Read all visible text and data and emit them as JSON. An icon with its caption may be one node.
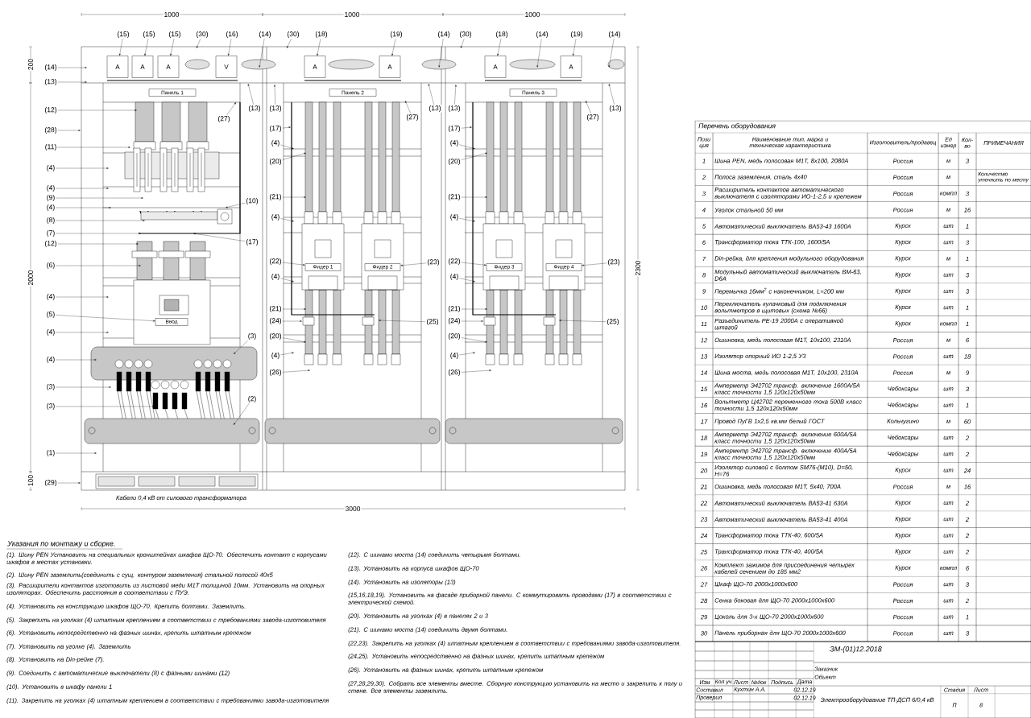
{
  "diagram": {
    "nodes": [
      {
        "text": [
          "A"
        ]
      },
      {
        "text": [
          "A"
        ]
      },
      {
        "text": [
          "A"
        ]
      },
      {
        "text": [
          "V"
        ]
      },
      {
        "text": [
          "A"
        ]
      },
      {
        "text": [
          "A"
        ]
      },
      {
        "text": [
          "A"
        ]
      },
      {
        "text": [
          "A"
        ]
      },
      {
        "text": [
          "Панель 1"
        ]
      },
      {
        "text": [
          "Панель 2"
        ]
      },
      {
        "text": [
          "Панель 3"
        ]
      },
      {
        "text": [
          "Ввод"
        ]
      },
      {
        "text": [
          "Фидер 1"
        ]
      },
      {
        "text": [
          "Фидер 2"
        ]
      },
      {
        "text": [
          "Фидер 3"
        ]
      },
      {
        "text": [
          "Фидер 4"
        ]
      },
      {
        "text": [
          "(15)"
        ]
      },
      {
        "text": [
          "(15)"
        ]
      },
      {
        "text": [
          "(15)"
        ]
      },
      {
        "text": [
          "(30)"
        ]
      },
      {
        "text": [
          "(16)"
        ]
      },
      {
        "text": [
          "(14)"
        ]
      },
      {
        "text": [
          "(30)"
        ]
      },
      {
        "text": [
          "(18)"
        ]
      },
      {
        "text": [
          "(19)"
        ]
      },
      {
        "text": [
          "(14)"
        ]
      },
      {
        "text": [
          "(30)"
        ]
      },
      {
        "text": [
          "(18)"
        ]
      },
      {
        "text": [
          "(14)"
        ]
      },
      {
        "text": [
          "(19)"
        ]
      },
      {
        "text": [
          "(14)"
        ]
      },
      {
        "text": [
          "(14)"
        ]
      },
      {
        "text": [
          "(13)"
        ]
      },
      {
        "text": [
          "(12)"
        ]
      },
      {
        "text": [
          "(28)"
        ]
      },
      {
        "text": [
          "(11)"
        ]
      },
      {
        "text": [
          "(4)"
        ]
      },
      {
        "text": [
          "(4)"
        ]
      },
      {
        "text": [
          "(9)"
        ]
      },
      {
        "text": [
          "(4)"
        ]
      },
      {
        "text": [
          "(8)"
        ]
      },
      {
        "text": [
          "(7)"
        ]
      },
      {
        "text": [
          "(12)"
        ]
      },
      {
        "text": [
          "(6)"
        ]
      },
      {
        "text": [
          "(4)"
        ]
      },
      {
        "text": [
          "(5)"
        ]
      },
      {
        "text": [
          "(4)"
        ]
      },
      {
        "text": [
          "(4)"
        ]
      },
      {
        "text": [
          "(3)"
        ]
      },
      {
        "text": [
          "(3)"
        ]
      },
      {
        "text": [
          "(1)"
        ]
      },
      {
        "text": [
          "(29)"
        ]
      },
      {
        "text": [
          "(27)"
        ]
      },
      {
        "text": [
          "(13)"
        ]
      },
      {
        "text": [
          "(10)"
        ]
      },
      {
        "text": [
          "(17)"
        ]
      },
      {
        "text": [
          "(3)"
        ]
      },
      {
        "text": [
          "(2)"
        ]
      },
      {
        "text": [
          "(13)"
        ]
      },
      {
        "text": [
          "(17)"
        ]
      },
      {
        "text": [
          "(4)"
        ]
      },
      {
        "text": [
          "(20)"
        ]
      },
      {
        "text": [
          "(21)"
        ]
      },
      {
        "text": [
          "(4)"
        ]
      },
      {
        "text": [
          "(22)"
        ]
      },
      {
        "text": [
          "(4)"
        ]
      },
      {
        "text": [
          "(21)"
        ]
      },
      {
        "text": [
          "(24)"
        ]
      },
      {
        "text": [
          "(20)"
        ]
      },
      {
        "text": [
          "(4)"
        ]
      },
      {
        "text": [
          "(26)"
        ]
      },
      {
        "text": [
          "(27)"
        ]
      },
      {
        "text": [
          "(13)"
        ]
      },
      {
        "text": [
          "(23)"
        ]
      },
      {
        "text": [
          "(25)"
        ]
      },
      {
        "text": [
          "(13)"
        ]
      },
      {
        "text": [
          "(17)"
        ]
      },
      {
        "text": [
          "(4)"
        ]
      },
      {
        "text": [
          "(20)"
        ]
      },
      {
        "text": [
          "(21)"
        ]
      },
      {
        "text": [
          "(4)"
        ]
      },
      {
        "text": [
          "(22)"
        ]
      },
      {
        "text": [
          "(4)"
        ]
      },
      {
        "text": [
          "(21)"
        ]
      },
      {
        "text": [
          "(24)"
        ]
      },
      {
        "text": [
          "(20)"
        ]
      },
      {
        "text": [
          "(4)"
        ]
      },
      {
        "text": [
          "(26)"
        ]
      },
      {
        "text": [
          "(27)"
        ]
      },
      {
        "text": [
          "(13)"
        ]
      },
      {
        "text": [
          "(23)"
        ]
      },
      {
        "text": [
          "(25)"
        ]
      }
    ],
    "edges": [
      {
        "from": 16,
        "to": 0,
        "arrow": "to"
      },
      {
        "from": 17,
        "to": 1,
        "arrow": "to"
      },
      {
        "from": 18,
        "to": 2,
        "arrow": "to"
      },
      {
        "from": 19,
        "to": null,
        "arrow": "to"
      },
      {
        "from": 20,
        "to": 3,
        "arrow": "to"
      },
      {
        "from": 21,
        "to": null,
        "arrow": "to"
      },
      {
        "from": 22,
        "to": null,
        "arrow": "to"
      },
      {
        "from": 23,
        "to": 4,
        "arrow": "to"
      },
      {
        "from": 24,
        "to": 5,
        "arrow": "to"
      },
      {
        "from": 25,
        "to": null,
        "arrow": "to"
      },
      {
        "from": 26,
        "to": null,
        "arrow": "to"
      },
      {
        "from": 27,
        "to": 6,
        "arrow": "to"
      },
      {
        "from": 28,
        "to": null,
        "arrow": "to"
      },
      {
        "from": 29,
        "to": 7,
        "arrow": "to"
      },
      {
        "from": 30,
        "to": null,
        "arrow": "to"
      },
      {
        "from": 31,
        "to": null,
        "arrow": "to"
      },
      {
        "from": 32,
        "to": null,
        "arrow": "to"
      },
      {
        "from": 33,
        "to": null,
        "arrow": "to"
      },
      {
        "from": 34,
        "to": null,
        "arrow": "to"
      },
      {
        "from": 35,
        "to": null,
        "arrow": "to"
      },
      {
        "from": 36,
        "to": null,
        "arrow": "to"
      },
      {
        "from": 37,
        "to": null,
        "arrow": "to"
      },
      {
        "from": 38,
        "to": null,
        "arrow": "to"
      },
      {
        "from": 39,
        "to": null,
        "arrow": "to"
      },
      {
        "from": 40,
        "to": null,
        "arrow": "to"
      },
      {
        "from": 41,
        "to": null,
        "arrow": "to"
      },
      {
        "from": 42,
        "to": null,
        "arrow": "to"
      },
      {
        "from": 43,
        "to": null,
        "arrow": "to"
      },
      {
        "from": 44,
        "to": null,
        "arrow": "to"
      },
      {
        "from": 45,
        "to": 11,
        "arrow": "to"
      },
      {
        "from": 46,
        "to": null,
        "arrow": "to"
      },
      {
        "from": 47,
        "to": null,
        "arrow": "to"
      },
      {
        "from": 48,
        "to": null,
        "arrow": "to"
      },
      {
        "from": 49,
        "to": null,
        "arrow": "to"
      },
      {
        "from": 50,
        "to": null,
        "arrow": "to"
      },
      {
        "from": 51,
        "to": null,
        "arrow": "to"
      },
      {
        "from": 52,
        "to": null,
        "arrow": "to"
      },
      {
        "from": 53,
        "to": null,
        "arrow": "to"
      },
      {
        "from": 54,
        "to": null,
        "arrow": "to"
      },
      {
        "from": 55,
        "to": null,
        "arrow": "to"
      },
      {
        "from": 56,
        "to": null,
        "arrow": "to"
      },
      {
        "from": 57,
        "to": null,
        "arrow": "to"
      },
      {
        "from": 58,
        "to": null,
        "arrow": "to"
      },
      {
        "from": 59,
        "to": null,
        "arrow": "to"
      },
      {
        "from": 60,
        "to": null,
        "arrow": "to"
      },
      {
        "from": 61,
        "to": null,
        "arrow": "to"
      },
      {
        "from": 62,
        "to": null,
        "arrow": "to"
      },
      {
        "from": 63,
        "to": null,
        "arrow": "to"
      },
      {
        "from": 64,
        "to": 12,
        "arrow": "to"
      },
      {
        "from": 65,
        "to": null,
        "arrow": "to"
      },
      {
        "from": 66,
        "to": null,
        "arrow": "to"
      },
      {
        "from": 67,
        "to": null,
        "arrow": "to"
      },
      {
        "from": 68,
        "to": null,
        "arrow": "to"
      },
      {
        "from": 69,
        "to": null,
        "arrow": "to"
      },
      {
        "from": 70,
        "to": null,
        "arrow": "to"
      },
      {
        "from": 71,
        "to": null,
        "arrow": "to"
      },
      {
        "from": 72,
        "to": null,
        "arrow": "to"
      },
      {
        "from": 73,
        "to": 13,
        "arrow": "to"
      },
      {
        "from": 74,
        "to": null,
        "arrow": "to"
      },
      {
        "from": 75,
        "to": null,
        "arrow": "to"
      },
      {
        "from": 76,
        "to": null,
        "arrow": "to"
      },
      {
        "from": 77,
        "to": null,
        "arrow": "to"
      },
      {
        "from": 78,
        "to": null,
        "arrow": "to"
      },
      {
        "from": 79,
        "to": null,
        "arrow": "to"
      },
      {
        "from": 80,
        "to": null,
        "arrow": "to"
      },
      {
        "from": 81,
        "to": 14,
        "arrow": "to"
      },
      {
        "from": 82,
        "to": null,
        "arrow": "to"
      },
      {
        "from": 83,
        "to": null,
        "arrow": "to"
      },
      {
        "from": 84,
        "to": null,
        "arrow": "to"
      },
      {
        "from": 85,
        "to": null,
        "arrow": "to"
      },
      {
        "from": 86,
        "to": null,
        "arrow": "to"
      },
      {
        "from": 87,
        "to": null,
        "arrow": "to"
      },
      {
        "from": 88,
        "to": null,
        "arrow": "to"
      },
      {
        "from": 89,
        "to": null,
        "arrow": "to"
      },
      {
        "from": 90,
        "to": 15,
        "arrow": "to"
      },
      {
        "from": 91,
        "to": null,
        "arrow": "to"
      }
    ],
    "labels": [
      "1000",
      "1000",
      "1000",
      "200",
      "2000",
      "100",
      "2300",
      "3000",
      "Кабели 0,4 кВ от силового трансформатора",
      "Указания по монтажу и сборке.",
      "(1). Шину PEN Установить на специальных кронштейнах шкафов ЩО-70. Обеспечить контакт с корпусами шкафов в местах установки.",
      "(2). Шину PEN заземлить(соединить с сущ. контуром заземления) стальной полосой 40х5",
      "(3). Расширители контактов изготовить из листовой меди М1Т толщиной 10мм. Установить на опорных изоляторах. Обеспечить расстояния в соответствии с ПУЭ.",
      "(4). Установить на конструкцию шкафов ЩО-70. Крепить болтами. Заземлить.",
      "(5). Закрепить на уголках (4) штатным креплением в соответствии с требованиями завода-изготовителя",
      "(6). Установить непосредственно на фазных шинах, крепить штатным крепежом",
      "(7). Установить на уголке (4). Заземлить",
      "(8). Установить на Din-рейке (7).",
      "(9). Соединить с автоматические выключатели (8) с фазными шинами (12)",
      "(10). Установить в шкафу панели 1",
      "(11). Закрепить на уголках (4) штатным креплением в соответствии с требованиями завода-изготовителя",
      "(12). С шинами моста (14) соединить четырьмя болтами.",
      "(13). Установить на корпуса шкафов ЩО-70",
      "(14). Установить на изоляторы (13)",
      "(15,16,18,19). Установить на фасаде приборной панели. С коммутировать проводами (17) в соответствии с электрической схемой.",
      "(20). Установить на уголках (4) в панелях 2 и 3",
      "(21). С шинами моста (14) соединить двумя болтами.",
      "(22,23). Закрепить на уголках (4) штатным креплением в соответствии с требованиями завода-изготовителя.",
      "(24,25). Установить непосредственно на фазных шинах, крепить штатным крепежом",
      "(26). Установить на фазных шинах, крепить штатным крепежом",
      "(27,28,29,30). Собрать все элементы вместе. Сборную конструкцию установить на место и закрепить к полу и стене. Все элементы заземлить.",
      "Перечень оборудования",
      "Пози ция",
      "Наименование тип, марка и техническая характеристика",
      "Изготовитель/продавец",
      "Ед измер",
      "Кол-во",
      "ПРИМЕЧАНИЯ",
      "1",
      "Шина PEN, медь полосовая М1Т, 8х100, 2080А",
      "Россия",
      "м",
      "3",
      "2",
      "Полоса заземления, сталь 4х40",
      "Россия",
      "м",
      "Количество уточнить по месту",
      "3",
      "Расширитель контактов автоматического выключателя с изоляторами ИО-1-2,5 и крепежем",
      "Россия",
      "компл",
      "3",
      "4",
      "Уголок стальной 50 мм",
      "Россия",
      "м",
      "16",
      "5",
      "Автоматический выключатель ВА53-43 1600А",
      "Курск",
      "шт",
      "1",
      "6",
      "Трансформатор тока ТТК-100, 1600/5А",
      "Курск",
      "шт",
      "3",
      "7",
      "Din-рейка, для крепления модульного оборудования",
      "Курск",
      "м",
      "1",
      "8",
      "Модульный автоматический выключатель ВМ-63, D6А",
      "Курск",
      "шт",
      "3",
      "9",
      "Перемычка 16мм$^{2}$ с наконечником, L=200 мм",
      "Курск",
      "шт",
      "3",
      "10",
      "Переключатель кулачковый для подключения вольтметров в щитовых (схема №66)",
      "Курск",
      "шт",
      "1",
      "11",
      "Разъединитель РЕ-19 2000А с оперативной штагой",
      "Курск",
      "компл",
      "1",
      "12",
      "Ошиновка, медь полосовая М1Т, 10х100, 2310А",
      "Россия",
      "м",
      "6",
      "13",
      "Изолятор опорный ИО 1-2,5 У3",
      "Россия",
      "шт",
      "18",
      "14",
      "Шина моста, медь полосовая М1Т, 10х100, 2310А",
      "Россия",
      "м",
      "9",
      "15",
      "Амперметр Э42702 трансф. включение 1600А/5А класс точности 1,5 120х120х50мм",
      "Чебоксары",
      "шт",
      "3",
      "16",
      "Вольтметр Ц42702 переменного тока 500В класс точности 1,5 120х120х50мм",
      "Чебоксары",
      "шт",
      "1",
      "17",
      "Провод ПуГВ 1х2,5 кв.мм белый ГОСТ",
      "Кольчугино",
      "м",
      "60",
      "18",
      "Амперметр Э42702 трансф. включение 600А/5А класс точности 1,5 120х120х50мм",
      "Чебоксары",
      "шт",
      "2",
      "19",
      "Амперметр Э42702 трансф. включение 400А/5А класс точности 1,5 120х120х50мм",
      "Чебоксары",
      "шт",
      "2",
      "20",
      "Изолятор силовой с болтом SM76-(М10), D=50, H=76",
      "Курск",
      "шт",
      "24",
      "21",
      "Ошиновка, медь полосовая М1Т, 5х40, 700А",
      "Россия",
      "м",
      "16",
      "22",
      "Автоматический выключатель ВА53-41 630А",
      "Курск",
      "шт",
      "2",
      "23",
      "Автоматический выключатель ВА53-41 400А",
      "Курск",
      "шт",
      "2",
      "24",
      "Трансформатор тока ТТК-40, 600/5А",
      "Курск",
      "шт",
      "2",
      "25",
      "Трансформатор тока ТТК-40, 400/5А",
      "Курск",
      "шт",
      "2",
      "26",
      "Комплект зажимов для присоединения четырех кабелей сечением до 185 мм2",
      "Курск",
      "компл",
      "6",
      "27",
      "Шкаф ЩО-70 2000х1000х600",
      "Россия",
      "шт",
      "3",
      "28",
      "Сенка боковая для ЩО-70 2000х1000х600",
      "Россия",
      "шт",
      "2",
      "29",
      "Цоколь для 3-х ЩО-70 2000х1000х600",
      "Россия",
      "шт",
      "1",
      "30",
      "Панель приборная для ЩО-70 2000х1000х600",
      "Россия",
      "шт",
      "3",
      "ЗМ-(01)12.2018",
      "Заказчик",
      "Объект",
      "Изм",
      "Кол уч",
      "Лист",
      "№док",
      "Подпись",
      "Дата",
      "Составил",
      "Кухтин А.А.",
      "02.12.19",
      "Проверил",
      "02.12.19",
      "Электрооборудование ТП-ДСП 6/0,4 кВ",
      "Стадия",
      "Лист",
      "П",
      "8"
    ]
  }
}
